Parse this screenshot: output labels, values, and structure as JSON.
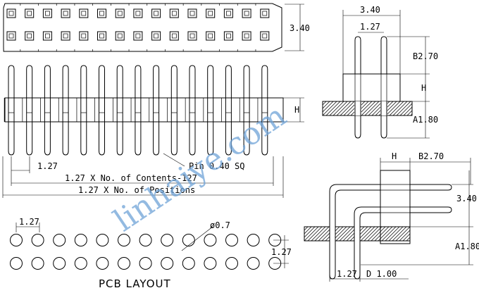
{
  "top_view": {
    "dim_width": "3.40",
    "rows": 2,
    "pins_per_row": 15
  },
  "front_view": {
    "pin_count": 15,
    "dim_h": "H",
    "dim_pitch": "1.27",
    "pin_note": "Pin 0.40 SQ",
    "contents_label": "1.27 X No. of Contents-127",
    "positions_label": "1.27 X No. of Positions"
  },
  "side_view": {
    "dim_width": "3.40",
    "dim_pitch": "1.27",
    "dim_b": "B2.70",
    "dim_h": "H",
    "dim_a": "A1.80"
  },
  "pcb_layout": {
    "pitch_x": "1.27",
    "pitch_y": "1.27",
    "hole_dia": "ø0.7",
    "holes_per_row": 13,
    "title": "PCB LAYOUT"
  },
  "right_angle_view": {
    "dim_h": "H",
    "dim_b": "B2.70",
    "dim_width": "3.40",
    "dim_a": "A1.80",
    "dim_pitch": "1.27",
    "dim_d": "D 1.00"
  },
  "watermark": "linhaiye.com"
}
